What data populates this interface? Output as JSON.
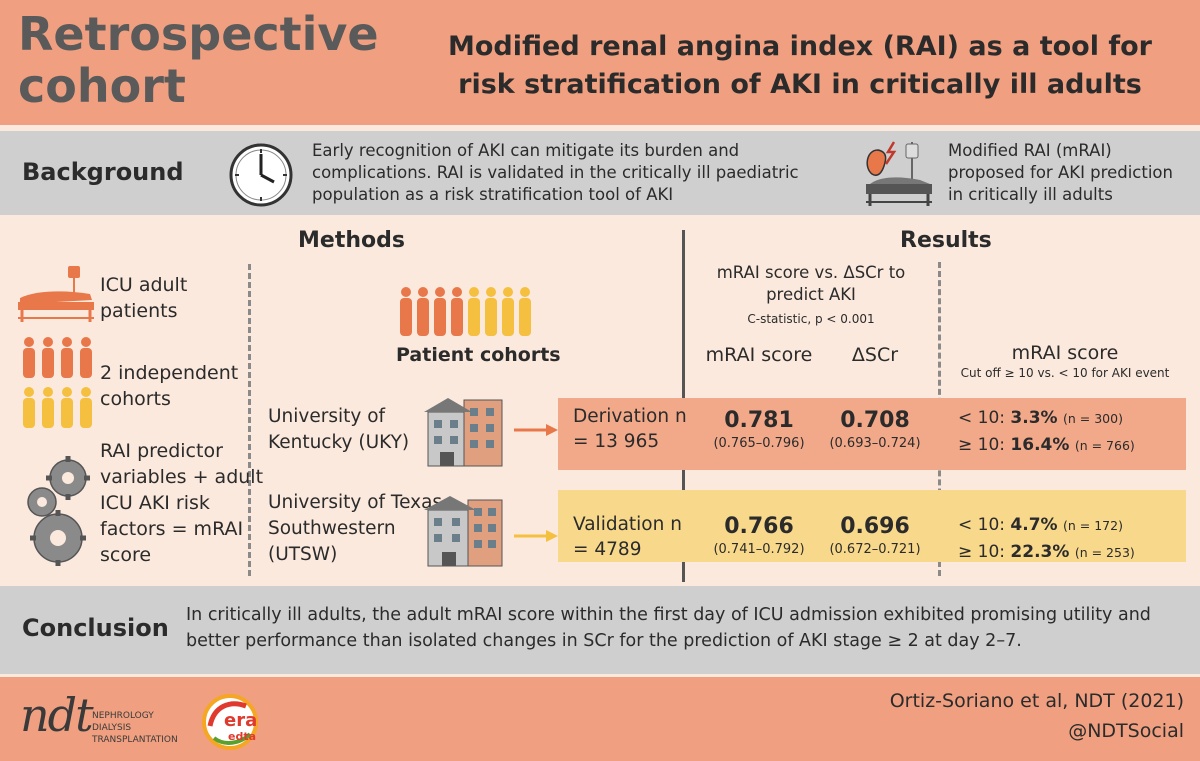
{
  "header": {
    "study_type": "Retrospective cohort",
    "title": "Modified renal angina index (RAI) as a tool for risk stratification of AKI in critically ill adults"
  },
  "background": {
    "label": "Background",
    "text": "Early recognition of AKI can mitigate its burden and complications. RAI is validated in the critically ill paediatric population as a risk stratification tool of AKI",
    "mrai_text": "Modified RAI (mRAI) proposed for AKI prediction in critically ill adults"
  },
  "methods": {
    "heading": "Methods",
    "icu_label": "ICU adult patients",
    "cohorts_label": "2 independent cohorts",
    "predictor_label": "RAI predictor variables + adult ICU AKI risk factors = mRAI score",
    "cohorts_caption": "Patient cohorts",
    "uky": "University of Kentucky (UKY)",
    "utsw": "University of Texas Southwestern (UTSW)",
    "derivation": "Derivation n = 13 965",
    "validation": "Validation n = 4789"
  },
  "results": {
    "heading": "Results",
    "mrai_vs": "mRAI score vs. ΔSCr to predict AKI",
    "cstat": "C-statistic, p < 0.001",
    "col_mrai": "mRAI score",
    "col_dscr": "ΔSCr",
    "col_mrai2": "mRAI score",
    "col_cutoff": "Cut off ≥ 10 vs. < 10 for AKI event",
    "deriv": {
      "mrai_val": "0.781",
      "mrai_ci": "(0.765–0.796)",
      "dscr_val": "0.708",
      "dscr_ci": "(0.693–0.724)",
      "low_label": "< 10:",
      "low_pct": "3.3%",
      "low_n": "(n = 300)",
      "high_label": "≥ 10:",
      "high_pct": "16.4%",
      "high_n": "(n = 766)"
    },
    "valid": {
      "mrai_val": "0.766",
      "mrai_ci": "(0.741–0.792)",
      "dscr_val": "0.696",
      "dscr_ci": "(0.672–0.721)",
      "low_label": "< 10:",
      "low_pct": "4.7%",
      "low_n": "(n = 172)",
      "high_label": "≥ 10:",
      "high_pct": "22.3%",
      "high_n": "(n = 253)"
    }
  },
  "conclusion": {
    "label": "Conclusion",
    "text": "In critically ill adults, the adult mRAI score within the first day of ICU admission exhibited promising utility and better performance than isolated changes in SCr for the prediction of AKI stage ≥ 2 at day 2–7."
  },
  "footer": {
    "citation": "Ortiz-Soriano et al, NDT (2021)",
    "handle": "@NDTSocial",
    "ndt": "ndt",
    "ndt_sub_1": "NEPHROLOGY",
    "ndt_sub_2": "DIALYSIS",
    "ndt_sub_3": "TRANSPLANTATION",
    "era": "era",
    "edta": "edta"
  },
  "colors": {
    "header": "#f0a080",
    "band": "#cfcfcf",
    "panel": "#fbe9dd",
    "derivation": "#f2a98a",
    "validation": "#f8d98c",
    "orange_person": "#e8784a",
    "yellow_person": "#f5c040"
  }
}
